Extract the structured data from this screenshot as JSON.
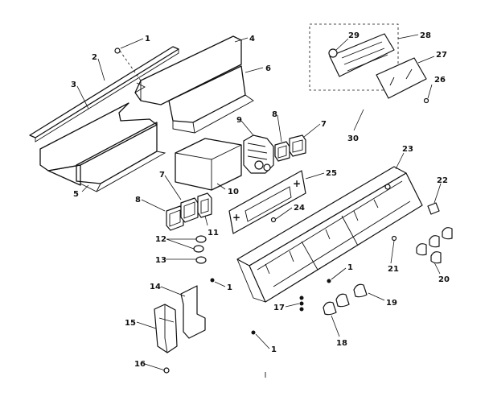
{
  "callouts": [
    {
      "id": "c1a",
      "text": "1"
    },
    {
      "id": "c2",
      "text": "2"
    },
    {
      "id": "c3",
      "text": "3"
    },
    {
      "id": "c4",
      "text": "4"
    },
    {
      "id": "c5",
      "text": "5"
    },
    {
      "id": "c6",
      "text": "6"
    },
    {
      "id": "c7a",
      "text": "7"
    },
    {
      "id": "c8a",
      "text": "8"
    },
    {
      "id": "c9",
      "text": "9"
    },
    {
      "id": "c10",
      "text": "10"
    },
    {
      "id": "c7b",
      "text": "7"
    },
    {
      "id": "c8b",
      "text": "8"
    },
    {
      "id": "c11",
      "text": "11"
    },
    {
      "id": "c12",
      "text": "12"
    },
    {
      "id": "c13",
      "text": "13"
    },
    {
      "id": "c14",
      "text": "14"
    },
    {
      "id": "c1b",
      "text": "1"
    },
    {
      "id": "c15",
      "text": "15"
    },
    {
      "id": "c16",
      "text": "16"
    },
    {
      "id": "c1c",
      "text": "1"
    },
    {
      "id": "c17",
      "text": "17"
    },
    {
      "id": "c18",
      "text": "18"
    },
    {
      "id": "c19",
      "text": "19"
    },
    {
      "id": "c1d",
      "text": "1"
    },
    {
      "id": "c20",
      "text": "20"
    },
    {
      "id": "c21",
      "text": "21"
    },
    {
      "id": "c22",
      "text": "22"
    },
    {
      "id": "c23",
      "text": "23"
    },
    {
      "id": "c24",
      "text": "24"
    },
    {
      "id": "c25",
      "text": "25"
    },
    {
      "id": "c26",
      "text": "26"
    },
    {
      "id": "c27",
      "text": "27"
    },
    {
      "id": "c28",
      "text": "28"
    },
    {
      "id": "c29",
      "text": "29"
    },
    {
      "id": "c30",
      "text": "30"
    }
  ]
}
